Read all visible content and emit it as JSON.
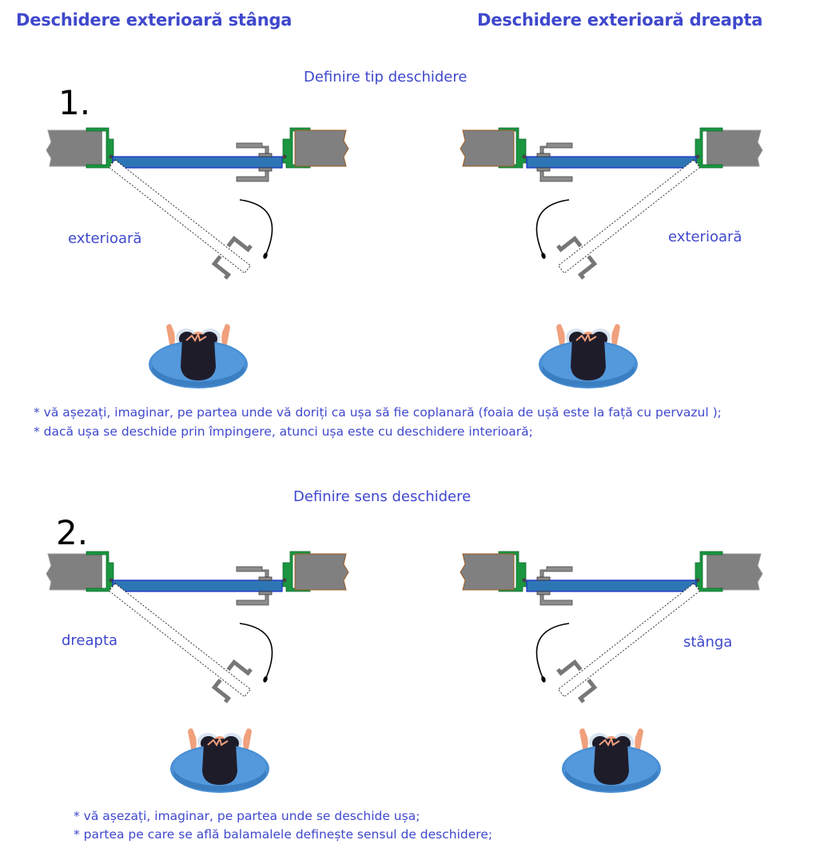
{
  "header": {
    "left_title": "Deschidere exterioară stânga",
    "right_title": "Deschidere exterioară dreapta"
  },
  "sections": [
    {
      "number": "1.",
      "heading": "Definire tip deschidere",
      "left_label": "exterioară",
      "right_label": "exterioară",
      "notes": [
        "* vă așezați, imaginar, pe partea unde vă doriți ca ușa să fie coplanară (foaia de ușă este la față cu pervazul );",
        "* dacă ușa se deschide prin împingere, atunci ușa este cu deschidere interioară;"
      ]
    },
    {
      "number": "2.",
      "heading": "Definire sens deschidere",
      "left_label": "dreapta",
      "right_label": "stânga",
      "notes": [
        "* vă așezați, imaginar, pe partea unde se deschide ușa;",
        "* partea pe care se află balamalele definește sensul de deschidere;"
      ]
    }
  ],
  "colors": {
    "text_accent": "#3f48cc",
    "door_leaf": "#2e75b6",
    "frame": "#1a9641",
    "wall": "#808080",
    "handle": "#8c8c8c",
    "person_shirt": "#4a8fd4",
    "person_hair": "#1f1c2a",
    "person_skin": "#f0a07c"
  },
  "diagram_icons": [
    "door-plan-left-hinge",
    "door-plan-right-hinge",
    "swing-arrow-icon",
    "person-top-view-icon"
  ]
}
